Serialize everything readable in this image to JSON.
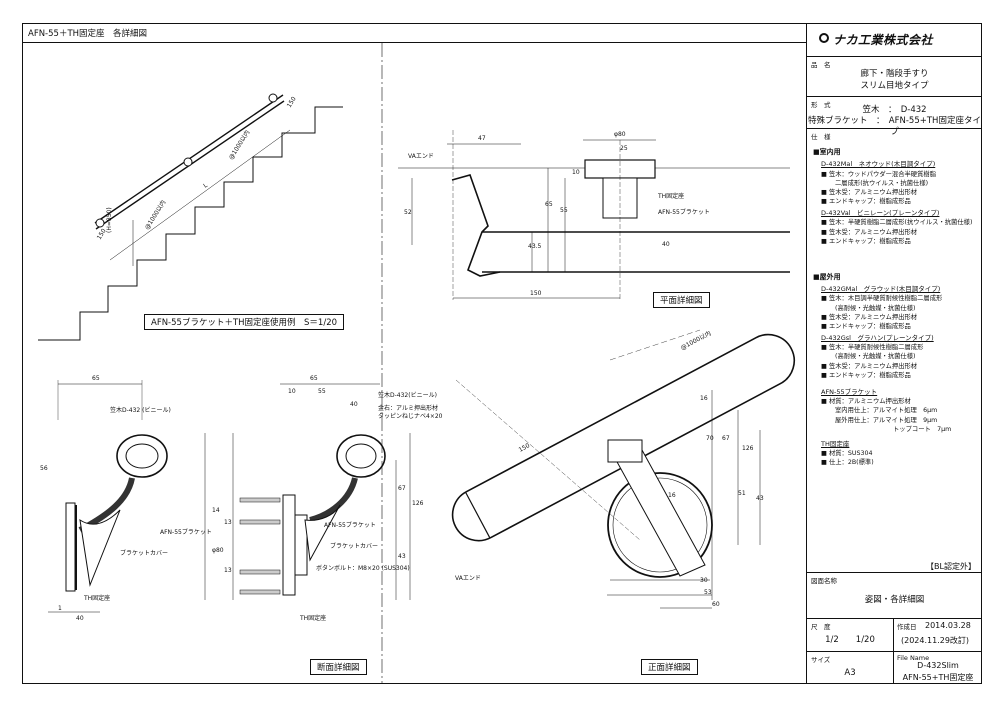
{
  "header_title": "AFN-55＋TH固定座　各詳細図",
  "title_block": {
    "company": "ナカ工業株式会社",
    "name_label": "品　名",
    "name_lines": [
      "廊下・階段手すり",
      "スリム目地タイプ"
    ],
    "type_label": "形　式",
    "type_rail": "笠木　：　D-432",
    "type_bracket": "特殊ブラケット　：　AFN-55+TH固定座タイプ",
    "spec_label": "仕　様",
    "spec": {
      "indoor": "■室内用",
      "p1": "D-432Mal　ネオウッド(木目調タイプ)",
      "p1_items": [
        "■ 笠木：ウッドパウダー混合半硬質樹脂",
        "二層成形(抗ウイルス・抗菌仕様)",
        "■ 笠木受：アルミニウム押出形材",
        "■ エンドキャップ：樹脂成形品"
      ],
      "p2": "D-432Val　ビニレーン(プレーンタイプ)",
      "p2_items": [
        "■ 笠木：半硬質樹脂二層成形(抗ウイルス・抗菌仕様)",
        "■ 笠木受：アルミニウム押出形材",
        "■ エンドキャップ：樹脂成形品"
      ],
      "outdoor": "■屋外用",
      "p3": "D-432GMal　グラウッド(木目調タイプ)",
      "p3_items": [
        "■ 笠木：木目調半硬質耐候性樹脂二層成形",
        "(高耐候・光触媒・抗菌仕様)",
        "■ 笠木受：アルミニウム押出形材",
        "■ エンドキャップ：樹脂成形品"
      ],
      "p4": "D-432Gsl　グラハン(プレーンタイプ)",
      "p4_items": [
        "■ 笠木：半硬質耐候性樹脂二層成形",
        "(高耐候・光触媒・抗菌仕様)",
        "■ 笠木受：アルミニウム押出形材",
        "■ エンドキャップ：樹脂成形品"
      ],
      "p5": "AFN-55ブラケット",
      "p5_items": [
        "■ 材質：アルミニウム押出形材",
        "室内用仕上：アルマイト処理　6μm",
        "屋外用仕上：アルマイト処理　9μm",
        "トップコート　7μm"
      ],
      "p6": "TH固定座",
      "p6_items": [
        "■ 材質：SUS304",
        "■ 仕上：2B(標準)"
      ]
    },
    "bl": "【BL認定外】",
    "drawing_label": "図面名称",
    "drawing_name": "姿図・各詳細図",
    "scale_label": "尺　度",
    "scale": "1/2　　1/20",
    "date_label": "作成日",
    "date": "2014.03.28",
    "revised": "(2024.11.29改訂)",
    "size_label": "サイズ",
    "size": "A3",
    "file_label": "File Name",
    "file1": "D-432Slim",
    "file2": "AFN-55+TH固定座"
  },
  "captions": {
    "usage": "AFN-55ブラケット＋TH固定座使用例　S＝1/20",
    "plan": "平面詳細図",
    "section": "断面詳細図",
    "front": "正面詳細図"
  },
  "labels": {
    "va_end": "VAエンド",
    "th_fixing": "TH固定座",
    "afn_bracket": "AFN-55ブラケット",
    "rail": "笠木D-432(ビニール)",
    "rail_top": "笠木D-432 (ビニール)",
    "alu": "金右：アルミ押出形材",
    "tapping": "タッピンねじナベ4×20",
    "bracket_cover": "ブラケットカバー",
    "bolt": "ボタンボルト：M8×20 (SUS304)",
    "fixed_seat": "TH固定座",
    "h850": "(H=850)",
    "phi1000a": "@1000以内",
    "phi1000b": "@1000以内",
    "phi1000c": "@1000以内",
    "L": "L"
  },
  "dims": {
    "d150a": "150",
    "d150b": "150",
    "d47": "47",
    "phi80": "φ80",
    "d25": "25",
    "d10": "10",
    "d65": "65",
    "d55": "55",
    "d52": "52",
    "d435": "43.5",
    "d40": "40",
    "d150c": "150",
    "d65b": "65",
    "d56": "56",
    "d40b": "40",
    "d1": "1",
    "d65c": "65",
    "d10b": "10",
    "d55b": "55",
    "d40c": "40",
    "d67": "67",
    "d126": "126",
    "d43": "43",
    "d14": "14",
    "d13": "13",
    "d13b": "13",
    "dphi80": "φ80",
    "d16": "16",
    "d150d": "150",
    "d70": "70",
    "d67b": "67",
    "d126b": "126",
    "d51": "51",
    "d43b": "43",
    "d30": "30",
    "d53": "53",
    "d60": "60",
    "d16b": "16"
  }
}
